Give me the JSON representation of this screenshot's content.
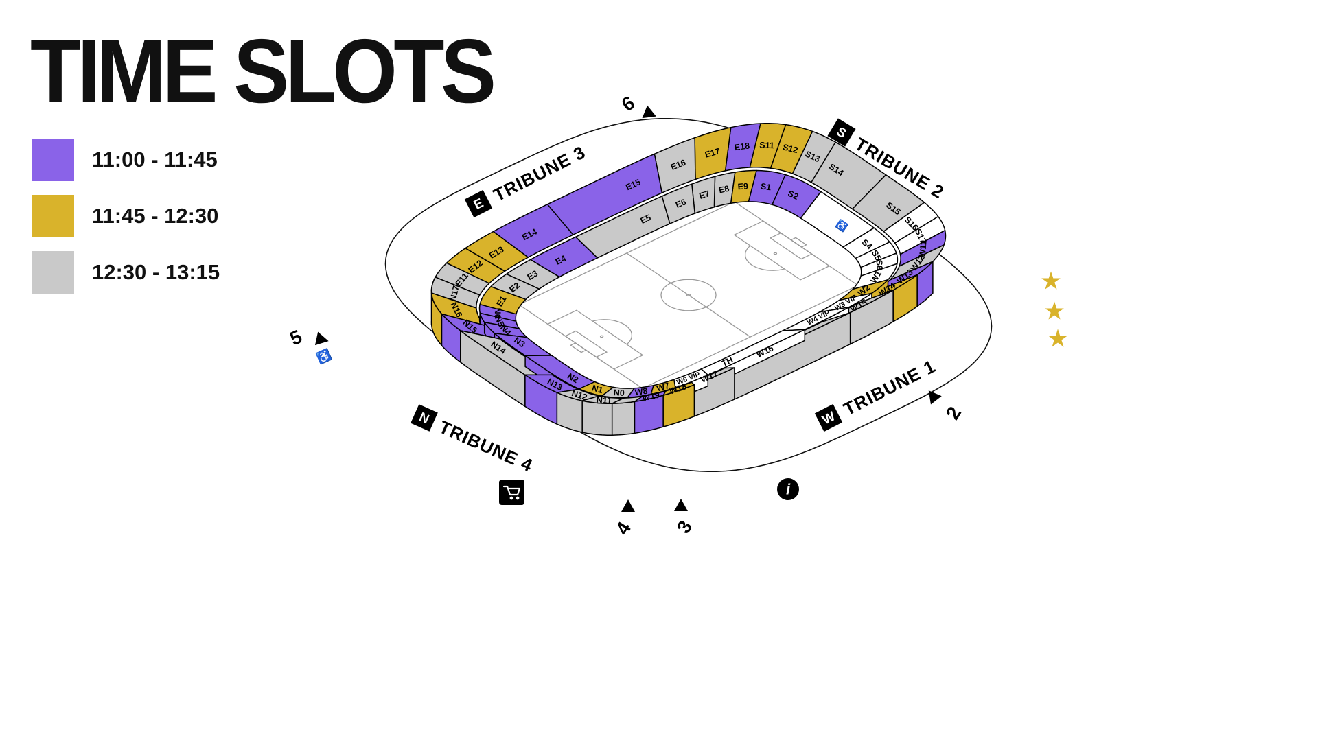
{
  "title": "TIME SLOTS",
  "legend": [
    {
      "label": "11:00 - 11:45",
      "slot": "purple"
    },
    {
      "label": "11:45 - 12:30",
      "slot": "gold"
    },
    {
      "label": "12:30 - 13:15",
      "slot": "gray"
    }
  ],
  "colors": {
    "purple": "#8A63E8",
    "gold": "#D9B32B",
    "gray": "#C9C9C9",
    "white": "#FFFFFF",
    "outline": "#000000"
  },
  "stadium": {
    "tribunes": [
      {
        "letter": "E",
        "name": "TRIBUNE 3"
      },
      {
        "letter": "S",
        "name": "TRIBUNE 2"
      },
      {
        "letter": "W",
        "name": "TRIBUNE 1"
      },
      {
        "letter": "N",
        "name": "TRIBUNE 4"
      }
    ],
    "rows": {
      "south_inner": {
        "tribune": "S",
        "sections": [
          {
            "id": "S6",
            "slot": "white"
          },
          {
            "id": "S5",
            "slot": "white"
          },
          {
            "id": "S4",
            "slot": "white"
          },
          {
            "id": "S3",
            "label": "♿",
            "slot": "white"
          },
          {
            "id": "S2",
            "slot": "purple",
            "w": 1.7
          },
          {
            "id": "S1",
            "slot": "purple",
            "w": 1.6
          }
        ]
      },
      "east_inner": {
        "tribune": "E",
        "sections": [
          {
            "id": "E9",
            "slot": "gold",
            "w": 1.2
          },
          {
            "id": "E8",
            "slot": "gray"
          },
          {
            "id": "E7",
            "slot": "gray"
          },
          {
            "id": "E6",
            "slot": "gray"
          },
          {
            "id": "E5",
            "slot": "gray"
          },
          {
            "id": "E4",
            "slot": "purple",
            "w": 1.05
          },
          {
            "id": "E3",
            "slot": "gray",
            "w": 1.1
          },
          {
            "id": "E2",
            "slot": "gray",
            "w": 1.15
          },
          {
            "id": "E1",
            "slot": "gold",
            "w": 1.8
          }
        ]
      },
      "north_inner": {
        "tribune": "N",
        "sections": [
          {
            "id": "N6",
            "slot": "purple",
            "w": 0.9
          },
          {
            "id": "N5",
            "slot": "purple",
            "w": 0.9
          },
          {
            "id": "N4",
            "slot": "purple",
            "w": 0.95
          },
          {
            "id": "N3",
            "slot": "purple",
            "w": 1.05
          },
          {
            "id": "N2",
            "slot": "purple",
            "w": 1.6
          },
          {
            "id": "N1",
            "slot": "gold",
            "w": 1.35
          },
          {
            "id": "N0",
            "slot": "gray",
            "w": 1.5
          }
        ]
      },
      "west_inner": {
        "tribune": "W",
        "sections": [
          {
            "id": "W8",
            "slot": "purple",
            "w": 1.15
          },
          {
            "id": "W7",
            "slot": "gold",
            "w": 1.05
          },
          {
            "id": "W6",
            "label": "W6 VIP",
            "slot": "white",
            "w": 1.1
          },
          {
            "id": "TH",
            "slot": "white",
            "w": 1.15
          },
          {
            "id": "W4",
            "label": "W4 VIP",
            "slot": "white"
          },
          {
            "id": "W3",
            "label": "W3 VIP",
            "slot": "white"
          },
          {
            "id": "W2",
            "slot": "gold",
            "w": 1.15
          },
          {
            "id": "W1",
            "slot": "white",
            "w": 1.5
          }
        ]
      },
      "south_outer": {
        "tribune": "S",
        "sections": [
          {
            "id": "S17",
            "slot": "white",
            "w": 1.15
          },
          {
            "id": "S16",
            "slot": "white"
          },
          {
            "id": "S15",
            "slot": "gray"
          },
          {
            "id": "S14",
            "slot": "gray"
          },
          {
            "id": "S13",
            "slot": "gray",
            "w": 1.05
          },
          {
            "id": "S12",
            "slot": "gold",
            "w": 1.35
          },
          {
            "id": "S11",
            "slot": "gold",
            "w": 1.25
          }
        ]
      },
      "east_outer": {
        "tribune": "E",
        "sections": [
          {
            "id": "E18",
            "slot": "purple",
            "w": 1.25
          },
          {
            "id": "E17",
            "slot": "gold",
            "w": 1.3
          },
          {
            "id": "E16",
            "slot": "gray",
            "w": 1.1
          },
          {
            "id": "E15",
            "slot": "purple"
          },
          {
            "id": "E14",
            "slot": "purple"
          },
          {
            "id": "E13",
            "slot": "gold"
          },
          {
            "id": "E12",
            "slot": "gold",
            "w": 1.05
          },
          {
            "id": "E11",
            "slot": "gray",
            "w": 1.1
          }
        ]
      },
      "north_outer": {
        "tribune": "N",
        "sections": [
          {
            "id": "N17",
            "slot": "gray",
            "w": 1.15
          },
          {
            "id": "N16",
            "slot": "gold",
            "w": 1.45
          },
          {
            "id": "N15",
            "slot": "purple",
            "w": 0.9
          },
          {
            "id": "N14",
            "slot": "gray",
            "w": 0.9
          },
          {
            "id": "N13",
            "slot": "purple",
            "w": 1.05
          },
          {
            "id": "N12",
            "slot": "gray",
            "w": 1.05
          },
          {
            "id": "N11",
            "slot": "gray",
            "w": 1.25
          }
        ]
      },
      "west_outer": {
        "tribune": "W",
        "sections": [
          {
            "id": "SW",
            "label": "",
            "slot": "gray"
          },
          {
            "id": "W19",
            "slot": "purple",
            "w": 1.15
          },
          {
            "id": "W18",
            "slot": "gold",
            "w": 1.05
          },
          {
            "id": "W17",
            "slot": "gray"
          },
          {
            "id": "W16",
            "slot": "gray",
            "w": 1.05
          },
          {
            "id": "W15",
            "slot": "gray",
            "w": 1.05
          },
          {
            "id": "W14",
            "slot": "gold"
          },
          {
            "id": "W13",
            "slot": "purple"
          },
          {
            "id": "W12",
            "slot": "gray",
            "w": 1.35
          },
          {
            "id": "W11",
            "slot": "purple",
            "w": 1.2
          }
        ]
      }
    },
    "gates": [
      {
        "label": "6"
      },
      {
        "label": "5"
      },
      {
        "label": "4"
      },
      {
        "label": "3"
      },
      {
        "label": "2"
      }
    ],
    "stars": 3,
    "icons": {
      "wheelchair": "♿",
      "info": "i",
      "star": "★",
      "cart": "cart"
    }
  }
}
